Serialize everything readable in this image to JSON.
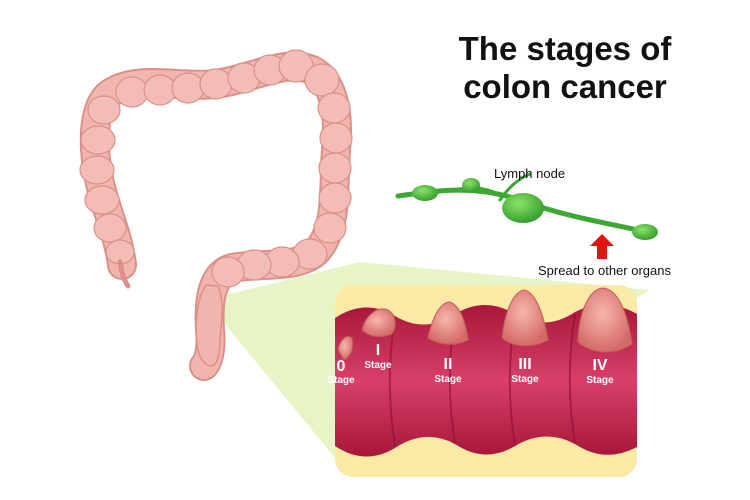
{
  "title": {
    "line1": "The stages of",
    "line2": "colon cancer"
  },
  "labels": {
    "lymph_node": "Lymph node",
    "spread": "Spread to other organs"
  },
  "stages": [
    {
      "numeral": "0",
      "caption": "Stage"
    },
    {
      "numeral": "I",
      "caption": "Stage"
    },
    {
      "numeral": "II",
      "caption": "Stage"
    },
    {
      "numeral": "III",
      "caption": "Stage"
    },
    {
      "numeral": "IV",
      "caption": "Stage"
    }
  ],
  "colors": {
    "colon": "#f2b4ae",
    "colon_shadow": "#d99189",
    "lumen": "#9c1a3c",
    "wall": "#cf3a63",
    "outer_layer": "#fbe9a6",
    "tumor": "#e78a86",
    "lymph": "#4fc23e",
    "zoom": "#e4f3c0",
    "arrow": "#e3140f"
  }
}
